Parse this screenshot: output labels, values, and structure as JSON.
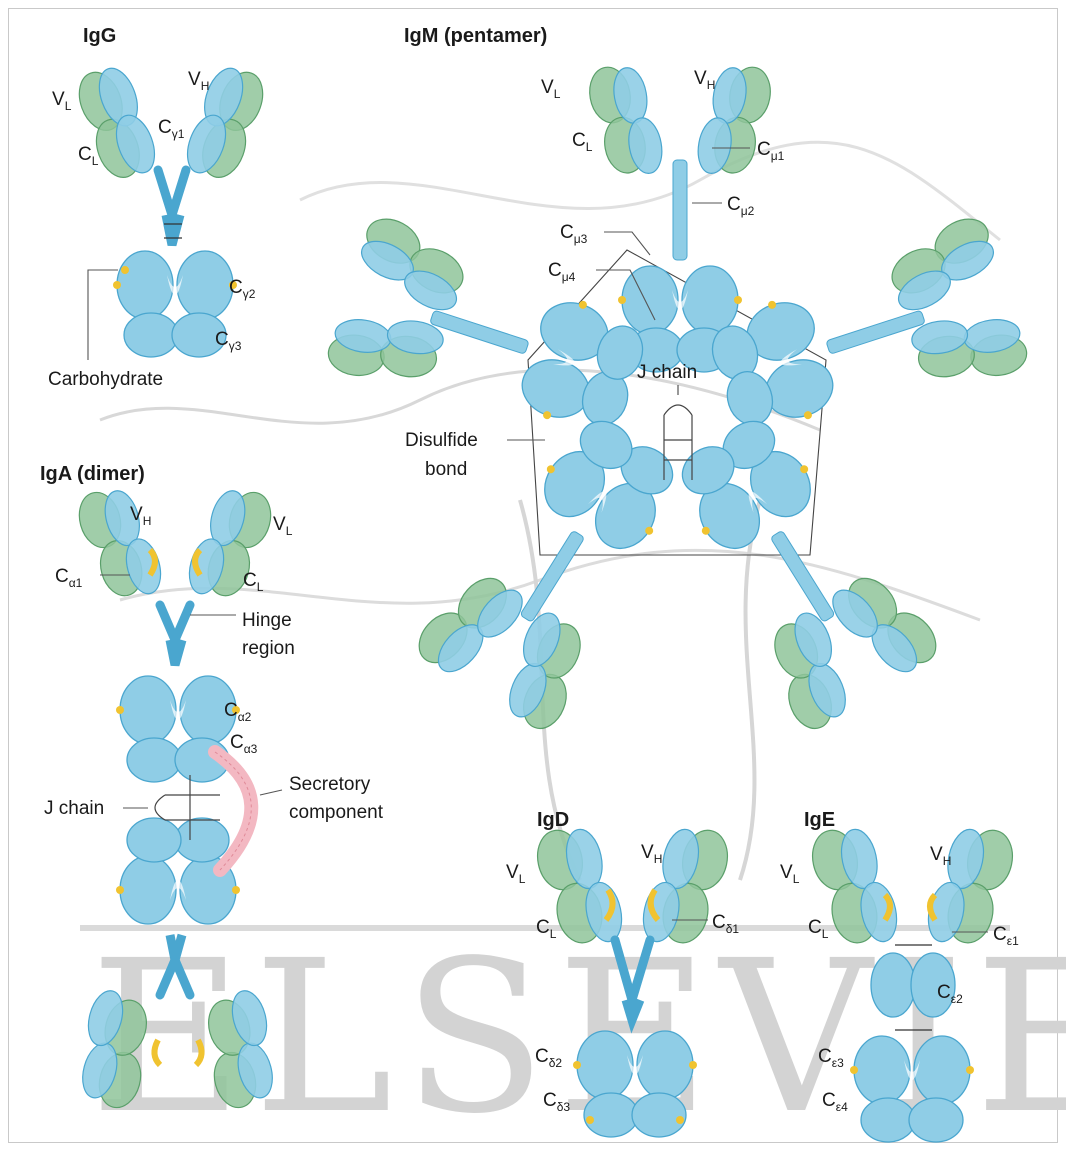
{
  "watermark": {
    "text": "ELSEVIER"
  },
  "colors": {
    "heavy": "#8fcde6",
    "heavy_stroke": "#4aa6cf",
    "light": "#8fc49a",
    "light_stroke": "#5a9f6a",
    "carbo": "#f0c330",
    "secretory": "#f3b8c2",
    "leader": "#555555"
  },
  "igg": {
    "title": "IgG",
    "labels": {
      "vl": "V",
      "vl_sub": "L",
      "vh": "V",
      "vh_sub": "H",
      "cl": "C",
      "cl_sub": "L",
      "cg1": "C",
      "cg1_sub": "γ1",
      "cg2": "C",
      "cg2_sub": "γ2",
      "cg3": "C",
      "cg3_sub": "γ3",
      "carbohydrate": "Carbohydrate"
    }
  },
  "igm": {
    "title": "IgM (pentamer)",
    "labels": {
      "vl": "V",
      "vl_sub": "L",
      "vh": "V",
      "vh_sub": "H",
      "cl": "C",
      "cl_sub": "L",
      "cm1": "C",
      "cm1_sub": "μ1",
      "cm2": "C",
      "cm2_sub": "μ2",
      "cm3": "C",
      "cm3_sub": "μ3",
      "cm4": "C",
      "cm4_sub": "μ4",
      "jchain": "J chain",
      "disulfide1": "Disulfide",
      "disulfide2": "bond"
    }
  },
  "iga": {
    "title": "IgA (dimer)",
    "labels": {
      "vh": "V",
      "vh_sub": "H",
      "vl": "V",
      "vl_sub": "L",
      "ca1": "C",
      "ca1_sub": "α1",
      "cl": "C",
      "cl_sub": "L",
      "hinge1": "Hinge",
      "hinge2": "region",
      "ca2": "C",
      "ca2_sub": "α2",
      "ca3": "C",
      "ca3_sub": "α3",
      "secretory1": "Secretory",
      "secretory2": "component",
      "jchain": "J chain"
    }
  },
  "igd": {
    "title": "IgD",
    "labels": {
      "vl": "V",
      "vl_sub": "L",
      "vh": "V",
      "vh_sub": "H",
      "cl": "C",
      "cl_sub": "L",
      "cd1": "C",
      "cd1_sub": "δ1",
      "cd2": "C",
      "cd2_sub": "δ2",
      "cd3": "C",
      "cd3_sub": "δ3"
    }
  },
  "ige": {
    "title": "IgE",
    "labels": {
      "vl": "V",
      "vl_sub": "L",
      "vh": "V",
      "vh_sub": "H",
      "cl": "C",
      "cl_sub": "L",
      "ce1": "C",
      "ce1_sub": "ε1",
      "ce2": "C",
      "ce2_sub": "ε2",
      "ce3": "C",
      "ce3_sub": "ε3",
      "ce4": "C",
      "ce4_sub": "ε4"
    }
  }
}
